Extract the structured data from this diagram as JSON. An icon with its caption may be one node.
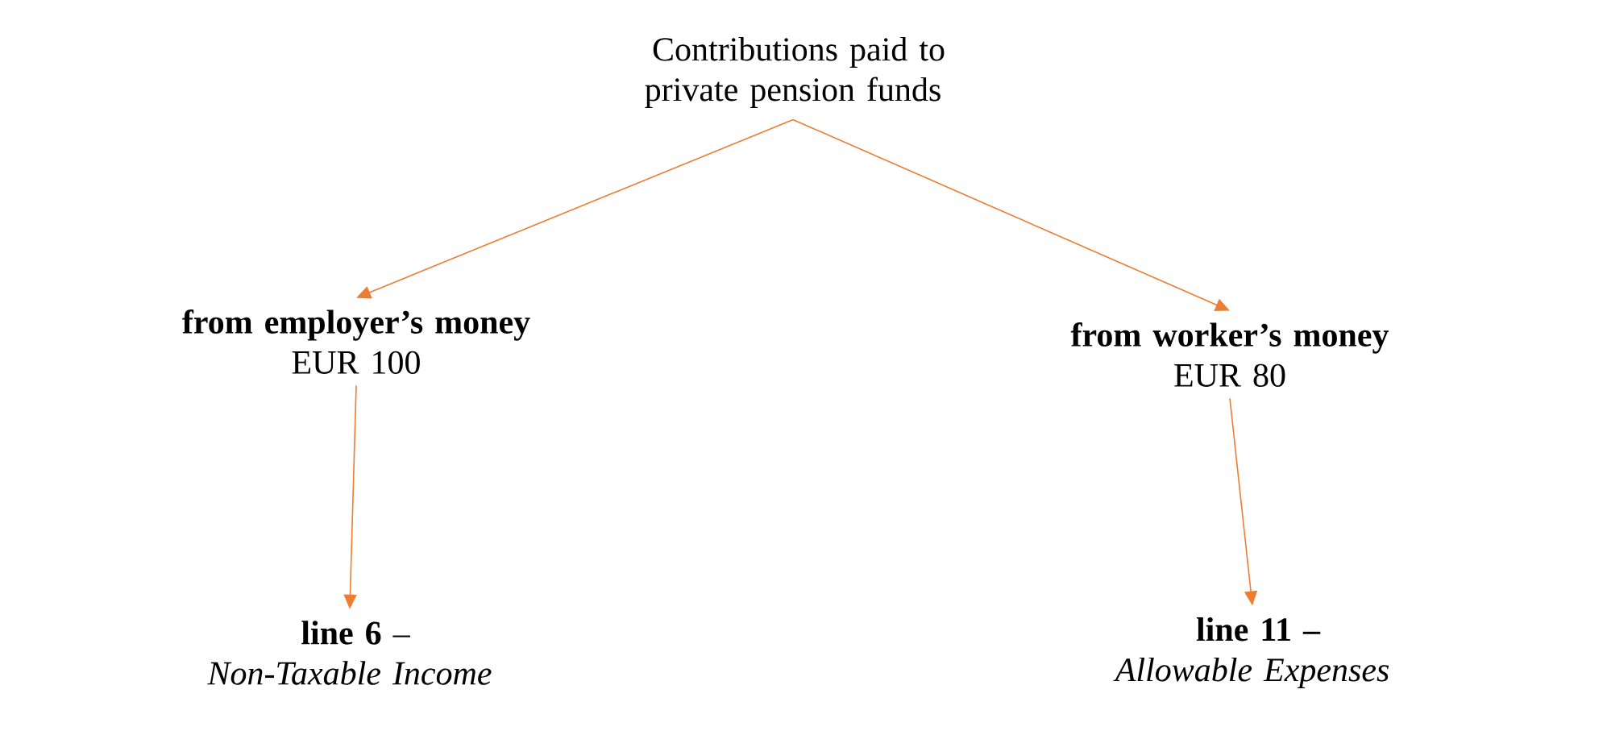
{
  "diagram": {
    "nodes": [
      {
        "text": [
          "Contributions paid to private pension funds"
        ]
      },
      {
        "text": [
          "from employer’s money",
          "EUR 100"
        ]
      },
      {
        "text": [
          "from worker’s money",
          "EUR 80"
        ]
      },
      {
        "text": [
          "**line 6** –",
          "Non-Taxable Income"
        ]
      },
      {
        "text": [
          "**line 11 –**",
          "Allowable Expenses"
        ]
      }
    ],
    "edges": [
      {
        "from": 0,
        "to": 1,
        "arrow": "to",
        "color": "#ed7d31"
      },
      {
        "from": 0,
        "to": 2,
        "arrow": "to",
        "color": "#ed7d31"
      },
      {
        "from": 1,
        "to": 3,
        "arrow": "to",
        "color": "#ed7d31"
      },
      {
        "from": 2,
        "to": 4,
        "arrow": "to",
        "color": "#ed7d31"
      }
    ]
  }
}
